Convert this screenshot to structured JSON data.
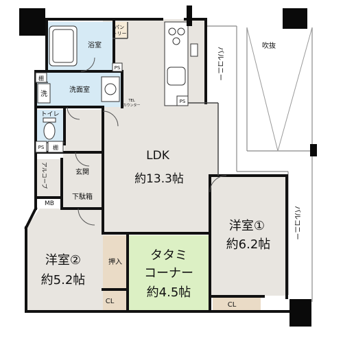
{
  "rooms": {
    "ldk_name": "LDK",
    "ldk_size": "約13.3帖",
    "western1_name": "洋室①",
    "western1_size": "約6.2帖",
    "western2_name": "洋室②",
    "western2_size": "約5.2帖",
    "tatami_line1": "タタミ",
    "tatami_line2": "コーナー",
    "tatami_size": "約4.5帖",
    "bathroom": "浴室",
    "washroom": "洗面室",
    "wash_mark": "洗",
    "toilet": "トイレ",
    "entrance": "玄関",
    "shoe_box": "下駄箱",
    "alcove": "アルコーブ",
    "mb": "MB",
    "closet_cl": "CL",
    "oshiire": "押入",
    "shelf_top": "棚",
    "shelf_toilet": "棚",
    "ps": "PS",
    "pantry_line1": "パン",
    "pantry_line2": "トリー",
    "tel_line1": "TEL",
    "tel_line2": "カウンター",
    "balcony": "バルコニー",
    "void": "吹抜"
  },
  "colors": {
    "floor_main": "#e8e5e0",
    "floor_wet": "#d6eaf5",
    "floor_tatami": "#dcf0c4",
    "closet_fill": "#eadbc6",
    "pantry_fill": "#f6ebd8",
    "wall": "#111111",
    "column": "#0a0a0a",
    "balcony_line": "#777777"
  }
}
